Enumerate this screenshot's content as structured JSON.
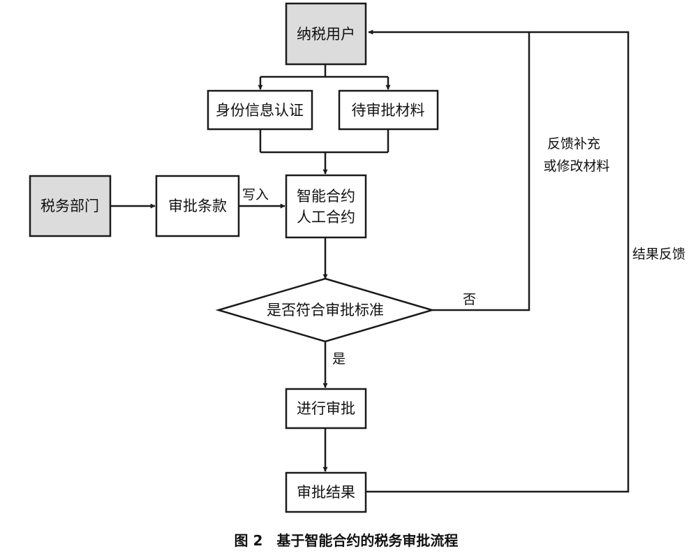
{
  "nodes": {
    "taxpayer": "纳税用户",
    "identity_auth": "身份信息认证",
    "pending_materials": "待审批材料",
    "tax_department": "税务部门",
    "approval_terms": "审批条款",
    "smart_contract_line1": "智能合约",
    "smart_contract_line2": "人工合约",
    "decision": "是否符合审批标准",
    "do_approval": "进行审批",
    "approval_result": "审批结果"
  },
  "edges": {
    "write_in": "写入",
    "no": "否",
    "yes": "是",
    "feedback_line1": "反馈补充",
    "feedback_line2": "或修改材料",
    "result_feedback": "结果反馈"
  },
  "caption": "图 2　基于智能合约的税务审批流程",
  "colors": {
    "shaded_fill": "#dcdcdc",
    "box_fill": "#ffffff",
    "stroke": "#1a1a1a"
  }
}
